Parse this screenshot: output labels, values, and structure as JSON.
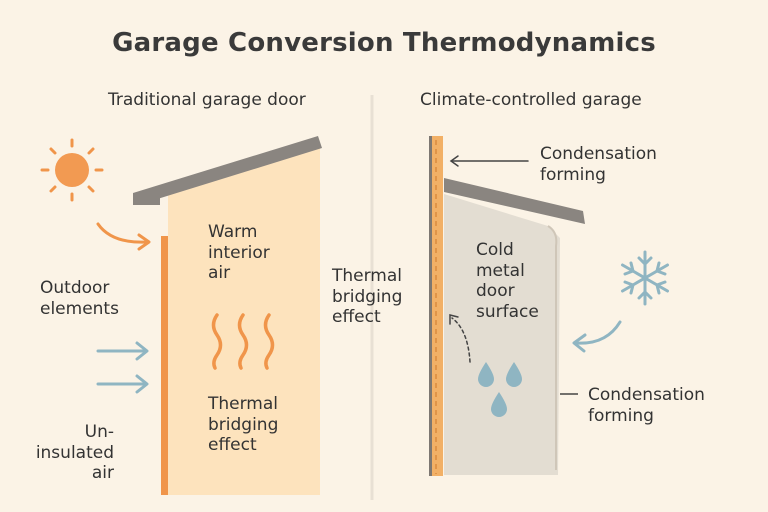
{
  "title": "Garage Conversion Thermodynamics",
  "left_panel": {
    "heading": "Traditional garage door",
    "interior_label": "Warm\ninterior\nair",
    "bridging_label": "Thermal\nbridging\neffect",
    "outdoor_label": "Outdoor\nelements",
    "uninsulated_label": "Un-\ninsulated\nair"
  },
  "center": {
    "label": "Thermal\nbridging\neffect"
  },
  "right_panel": {
    "heading": "Climate-controlled garage",
    "top_condensation_label": "Condensation\nforming",
    "surface_label": "Cold\nmetal\ndoor\nsurface",
    "bottom_condensation_label": "Condensation\nforming"
  },
  "icons": [
    "sun-icon",
    "snowflake-icon",
    "heat-wave-icon",
    "water-drop-icon",
    "arrow-icon"
  ],
  "colors": {
    "background": "#fbf3e6",
    "warm_wall": "#fde3bd",
    "warm_edge": "#f0954a",
    "cold_wall": "#e3ddd2",
    "roof": "#8a8580",
    "cold_accent": "#8fb5c2",
    "divider": "#e8e0d4"
  }
}
